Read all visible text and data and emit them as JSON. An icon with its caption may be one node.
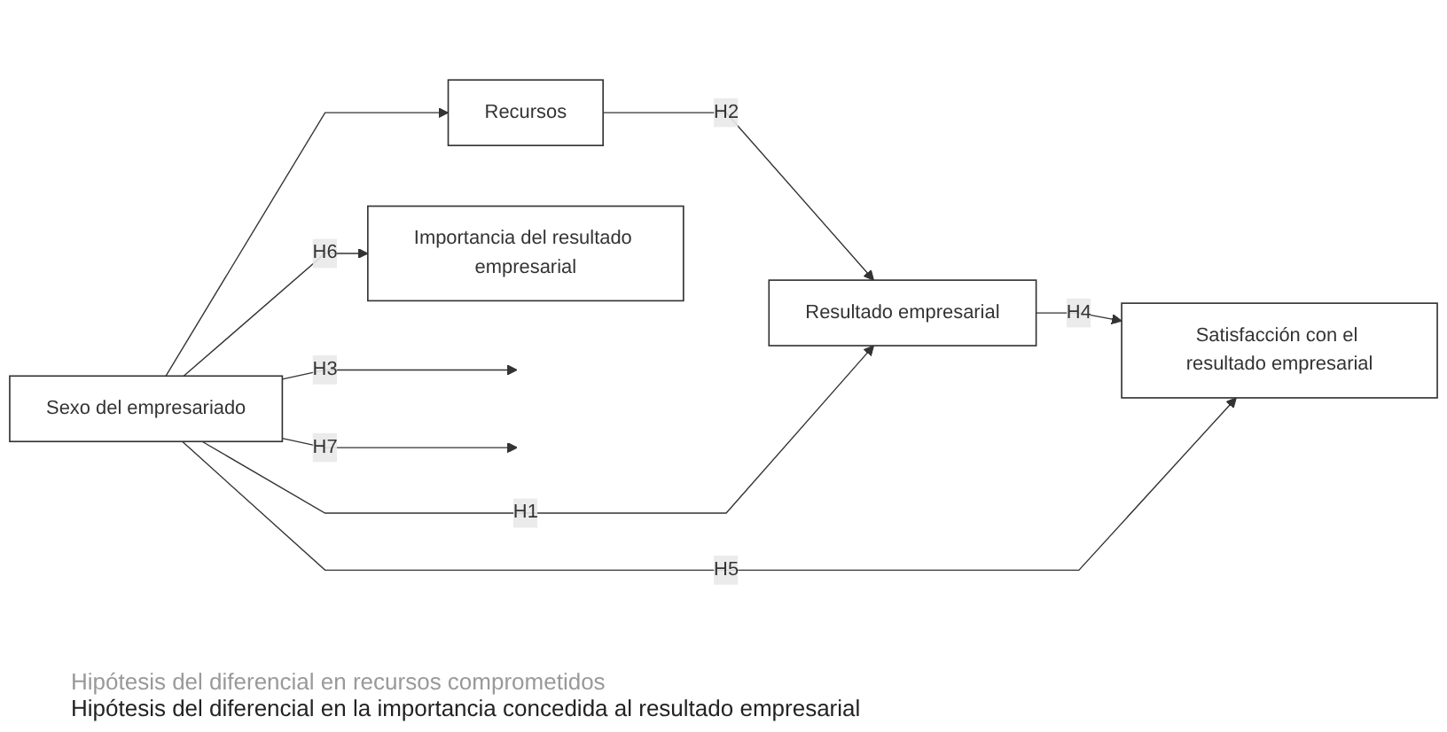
{
  "diagram": {
    "nodes": [
      {
        "text": [
          "Sexo del empresariado"
        ]
      },
      {
        "text": [
          "Recursos"
        ]
      },
      {
        "text": [
          "Resultado empresarial"
        ]
      },
      {
        "text": [
          "Satisfacción con el resultado empresarial"
        ]
      },
      {
        "text": [
          "Importancia del resultado empresarial"
        ]
      }
    ],
    "edges": [
      {
        "from": 0,
        "to": 1,
        "arrow": "to"
      },
      {
        "from": 1,
        "to": 2,
        "arrow": "to",
        "label": "H2"
      },
      {
        "from": 2,
        "to": 3,
        "arrow": "to",
        "label": "H4"
      },
      {
        "from": 0,
        "to": 3,
        "arrow": "to",
        "label": "H5"
      },
      {
        "from": 0,
        "to": null,
        "arrow": "to",
        "label": "H3"
      },
      {
        "from": 0,
        "to": 2,
        "arrow": "to",
        "label": "H1"
      },
      {
        "from": 0,
        "to": null,
        "arrow": "to",
        "label": "H7"
      },
      {
        "from": 0,
        "to": 4,
        "arrow": "to",
        "label": "H6"
      }
    ],
    "legend": [
      {
        "text": "Hipótesis del diferencial en recursos comprometidos",
        "color": "#999999"
      },
      {
        "text": "Hipótesis del diferencial en la importancia concedida al resultado empresarial",
        "color": "#222222"
      }
    ]
  }
}
